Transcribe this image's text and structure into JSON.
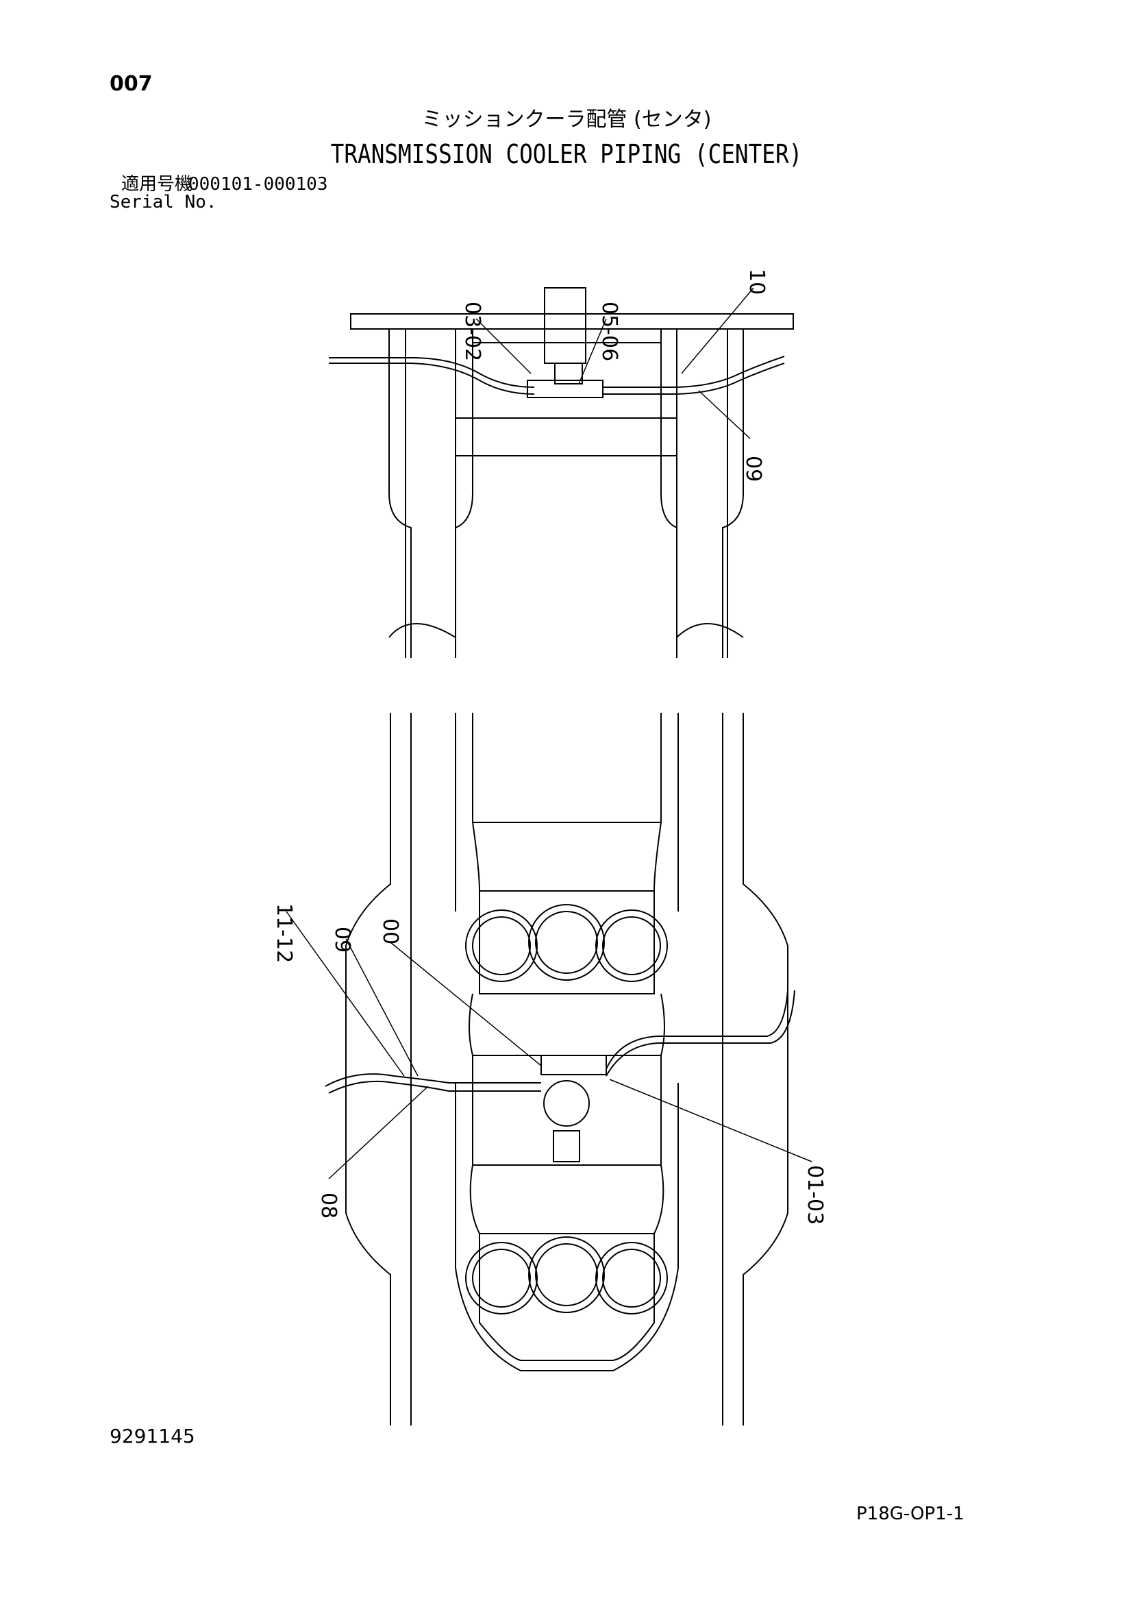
{
  "header": {
    "page_number": "007",
    "title_jp": "ミッションクーラ配管 (センタ)",
    "title_en": "TRANSMISSION COOLER PIPING (CENTER)",
    "serial_label_jp": "適用号機",
    "serial_range": "000101-000103",
    "serial_label_en": "Serial No."
  },
  "callouts": {
    "top_03_02": "03-02",
    "top_05_06": "05-06",
    "top_10": "10",
    "top_09": "09",
    "bottom_11_12": "11-12",
    "bottom_09": "09",
    "bottom_00": "00",
    "bottom_08": "08",
    "bottom_01_03": "01-03"
  },
  "footer": {
    "drawing_number": "9291145",
    "sheet_code": "P18G-OP1-1"
  }
}
